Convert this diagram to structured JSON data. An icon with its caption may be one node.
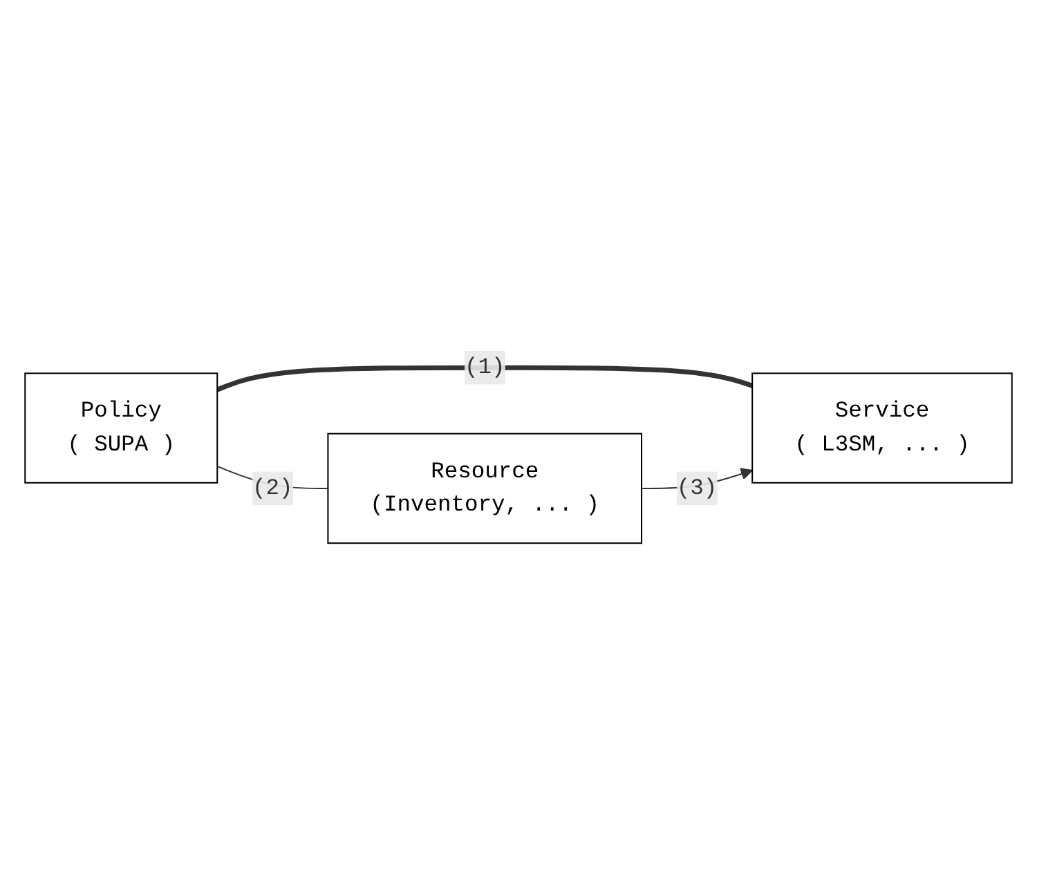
{
  "diagram": {
    "nodes": [
      {
        "text": [
          "Policy",
          "( SUPA )"
        ]
      },
      {
        "text": [
          "Service",
          "( L3SM, ... )"
        ]
      },
      {
        "text": [
          "Resource",
          "(Inventory, ... )"
        ]
      }
    ],
    "edges": [
      {
        "from": 0,
        "to": 1,
        "arrow": "none",
        "label": "(1)",
        "style": "thick"
      },
      {
        "from": 0,
        "to": 2,
        "arrow": "none",
        "label": "(2)"
      },
      {
        "from": 2,
        "to": 1,
        "arrow": "to",
        "label": "(3)"
      }
    ]
  }
}
